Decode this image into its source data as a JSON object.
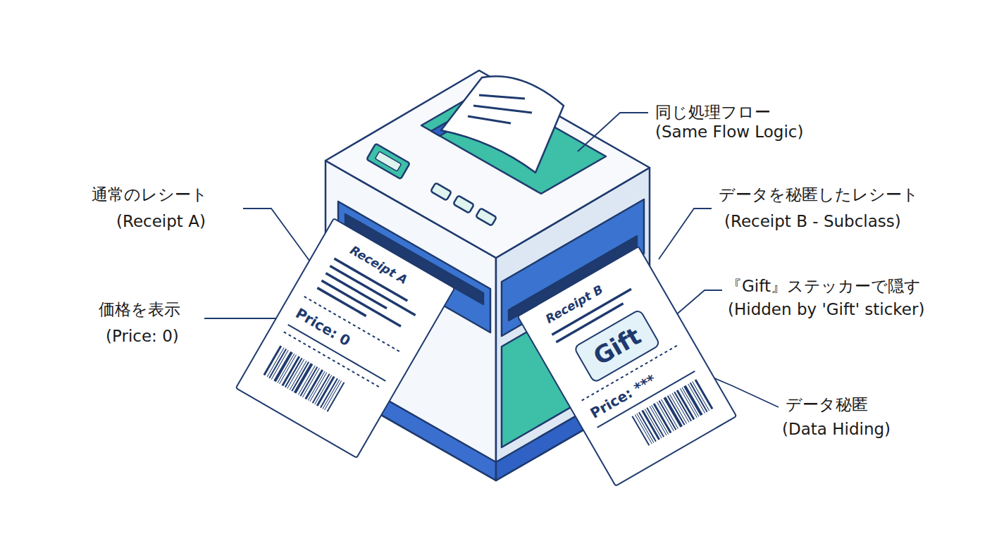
{
  "diagram": {
    "nodes": [
      {
        "text": [
          "Receipt A",
          "Price: 0"
        ]
      },
      {
        "text": [
          "Receipt B",
          "Price: ***"
        ]
      },
      {
        "text": [
          "Gift"
        ],
        "in": 1
      }
    ],
    "labels": [
      "同じ処理フロー",
      "(Same Flow Logic)",
      "通常のレシート",
      "(Receipt A)",
      "データを秘匿したレシート",
      "(Receipt B - Subclass)",
      "『Gift』ステッカーで隠す",
      "(Hidden by 'Gift' sticker)",
      "価格を表示",
      "(Price: 0)",
      "データ秘匿",
      "(Data Hiding)"
    ]
  }
}
